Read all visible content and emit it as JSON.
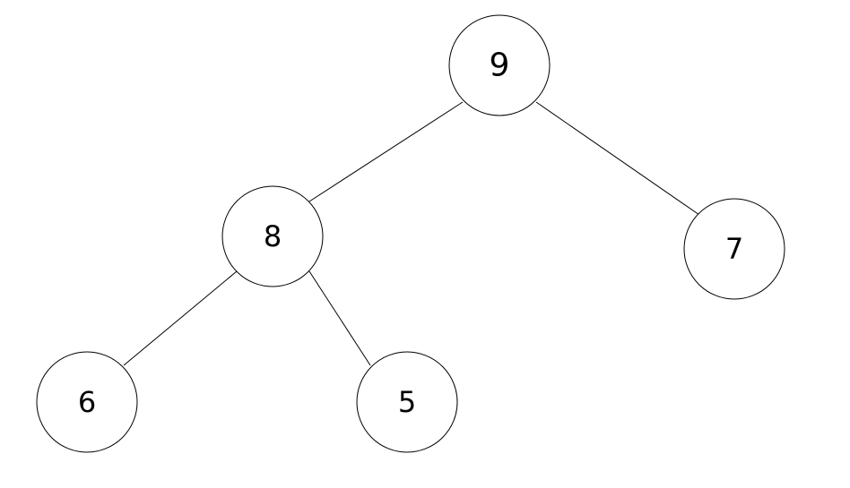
{
  "tree": {
    "nodes": [
      {
        "id": "n9",
        "label": "9"
      },
      {
        "id": "n8",
        "label": "8"
      },
      {
        "id": "n7",
        "label": "7"
      },
      {
        "id": "n6",
        "label": "6"
      },
      {
        "id": "n5",
        "label": "5"
      }
    ],
    "edges": [
      {
        "from": "n9",
        "to": "n8"
      },
      {
        "from": "n9",
        "to": "n7"
      },
      {
        "from": "n8",
        "to": "n6"
      },
      {
        "from": "n8",
        "to": "n5"
      }
    ]
  },
  "colors": {
    "background": "#ffffff",
    "stroke": "#000000",
    "text": "#000000"
  }
}
